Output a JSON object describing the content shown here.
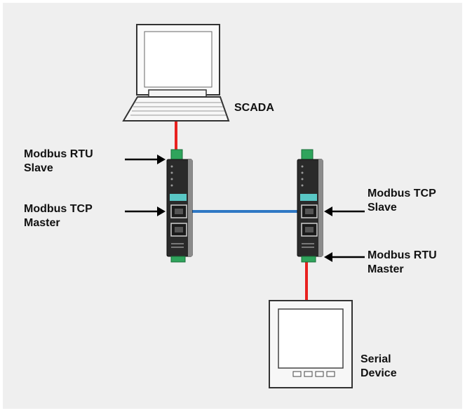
{
  "labels": {
    "scada": "SCADA",
    "left_rtu_slave": [
      "Modbus RTU",
      "Slave"
    ],
    "left_tcp_master": [
      "Modbus TCP",
      "Master"
    ],
    "right_tcp_slave": [
      "Modbus TCP",
      "Slave"
    ],
    "right_rtu_master": [
      "Modbus RTU",
      "Master"
    ],
    "serial_device": [
      "Serial",
      "Device"
    ]
  },
  "connections": [
    {
      "from": "scada-computer",
      "to": "gateway-left",
      "kind": "serial",
      "color": "#e8211f"
    },
    {
      "from": "gateway-left",
      "to": "gateway-right",
      "kind": "ethernet",
      "color": "#2f78c4"
    },
    {
      "from": "gateway-right",
      "to": "serial-device",
      "kind": "serial",
      "color": "#e8211f"
    }
  ],
  "colors": {
    "background": "#efefef",
    "serial_cable": "#e8211f",
    "ethernet_cable": "#2f78c4",
    "gateway_body": "#2a2a2a",
    "terminal_green": "#2fa45c",
    "gateway_label_teal": "#59c7c5"
  }
}
